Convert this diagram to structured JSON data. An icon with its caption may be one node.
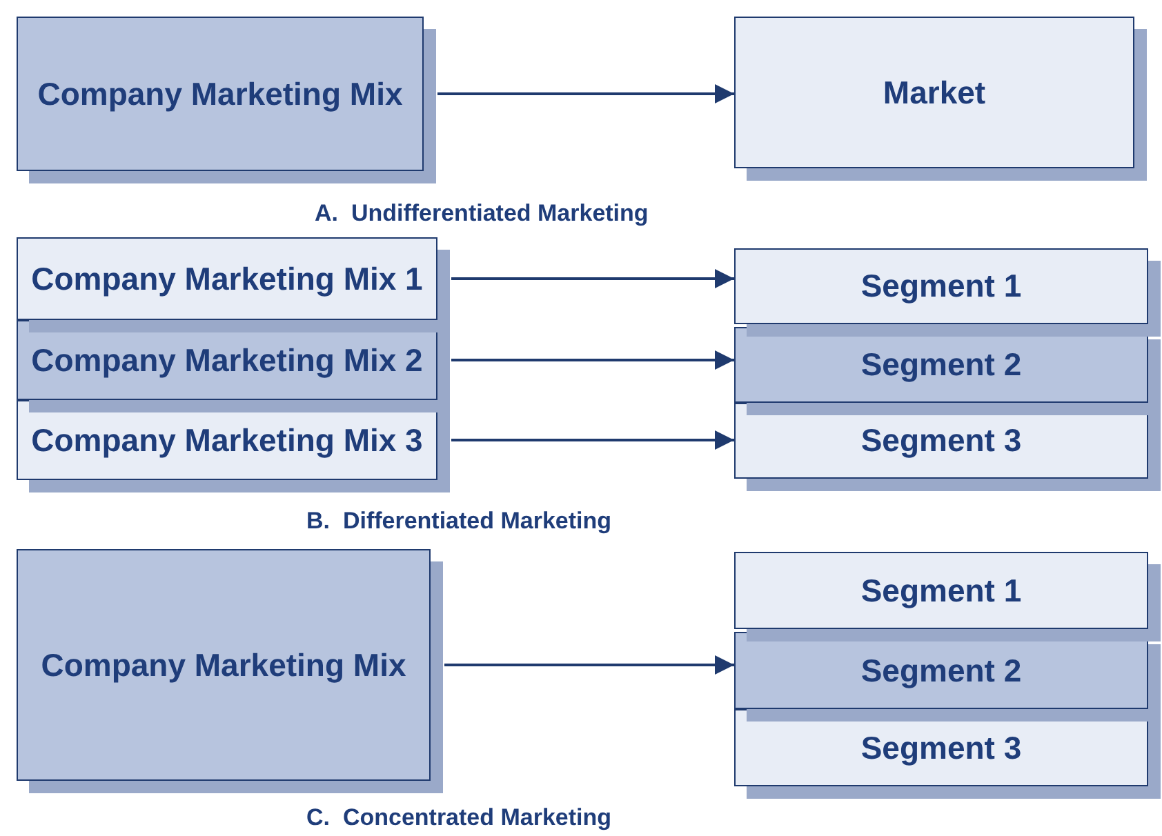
{
  "diagram": {
    "nodes": [
      {
        "text": [
          "Company Marketing Mix"
        ]
      },
      {
        "text": [
          "Market"
        ]
      },
      {
        "text": [
          "Company Marketing Mix 1"
        ]
      },
      {
        "text": [
          "Company Marketing Mix 2"
        ]
      },
      {
        "text": [
          "Company Marketing Mix 3"
        ]
      },
      {
        "text": [
          "Segment 1"
        ]
      },
      {
        "text": [
          "Segment 2"
        ]
      },
      {
        "text": [
          "Segment 3"
        ]
      },
      {
        "text": [
          "Company Marketing Mix"
        ]
      },
      {
        "text": [
          "Segment 1"
        ]
      },
      {
        "text": [
          "Segment 2"
        ]
      },
      {
        "text": [
          "Segment 3"
        ]
      }
    ],
    "edges": [
      {
        "from": 0,
        "to": 1,
        "arrow": "to"
      },
      {
        "from": 2,
        "to": 5,
        "arrow": "to"
      },
      {
        "from": 3,
        "to": 6,
        "arrow": "to"
      },
      {
        "from": 4,
        "to": 7,
        "arrow": "to"
      },
      {
        "from": 8,
        "to": 10,
        "arrow": "to"
      }
    ],
    "labels": [
      "A.  Undifferentiated Marketing",
      "B.  Differentiated Marketing",
      "C.  Concentrated Marketing"
    ]
  }
}
